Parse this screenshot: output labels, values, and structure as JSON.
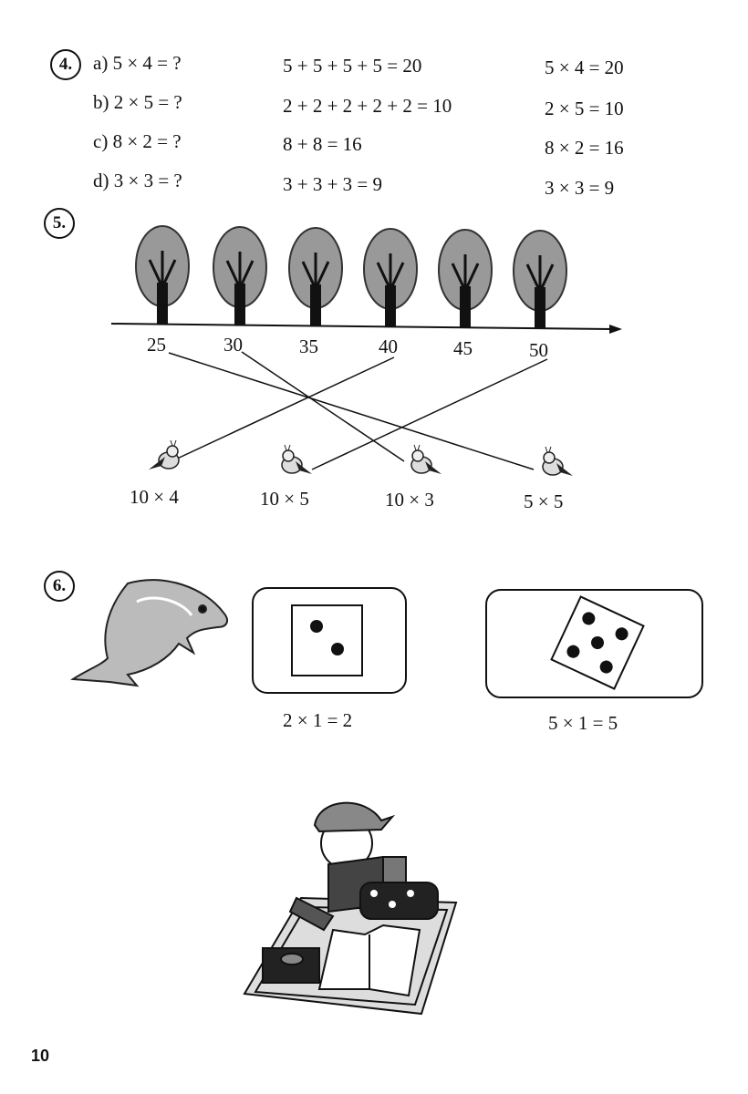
{
  "exercise4": {
    "number": "4.",
    "rows": [
      {
        "question": "a) 5 × 4 = ?",
        "addition": "5 + 5 + 5 + 5 = 20",
        "result": "5 × 4 = 20"
      },
      {
        "question": "b) 2 × 5 = ?",
        "addition": "2 + 2 + 2 + 2 + 2 = 10",
        "result": "2 × 5 = 10"
      },
      {
        "question": "c) 8 × 2 = ?",
        "addition": "8 + 8 = 16",
        "result": "8 × 2 = 16"
      },
      {
        "question": "d) 3 × 3 = ?",
        "addition": "3 + 3 + 3 = 9",
        "result": "3 × 3 = 9"
      }
    ]
  },
  "exercise5": {
    "number": "5.",
    "axis_labels": [
      "25",
      "30",
      "35",
      "40",
      "45",
      "50"
    ],
    "birds": [
      "10 × 4",
      "10 × 5",
      "10 × 3",
      "5 × 5"
    ]
  },
  "exercise6": {
    "number": "6.",
    "equations": [
      "2 × 1 = 2",
      "5 × 1 = 5"
    ]
  },
  "page_number": "10"
}
